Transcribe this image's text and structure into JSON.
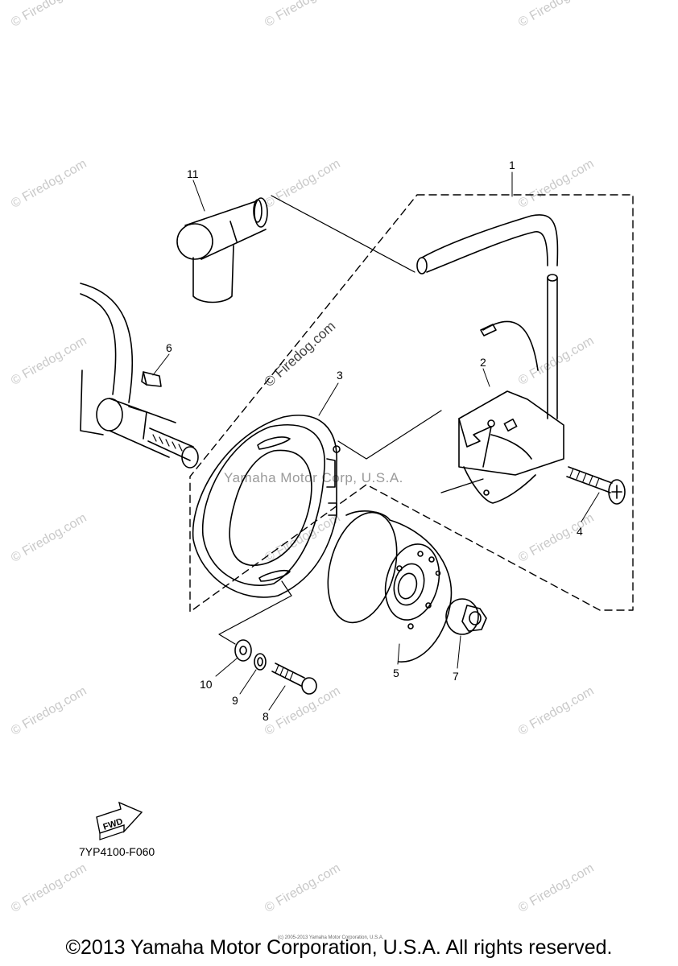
{
  "diagram": {
    "callouts": [
      "1",
      "2",
      "3",
      "4",
      "5",
      "6",
      "7",
      "8",
      "9",
      "10",
      "11"
    ],
    "watermark": "© Firedog.com",
    "corp_watermark": "Yamaha Motor Corp, U.S.A.",
    "part_code": "7YP4100-F060",
    "fwd_label": "FWD"
  },
  "footer": {
    "copyright": "©2013 Yamaha Motor Corporation, U.S.A. All rights reserved.",
    "fine_print": "(c) 2005-2013 Yamaha Motor Corporation, U.S.A."
  }
}
